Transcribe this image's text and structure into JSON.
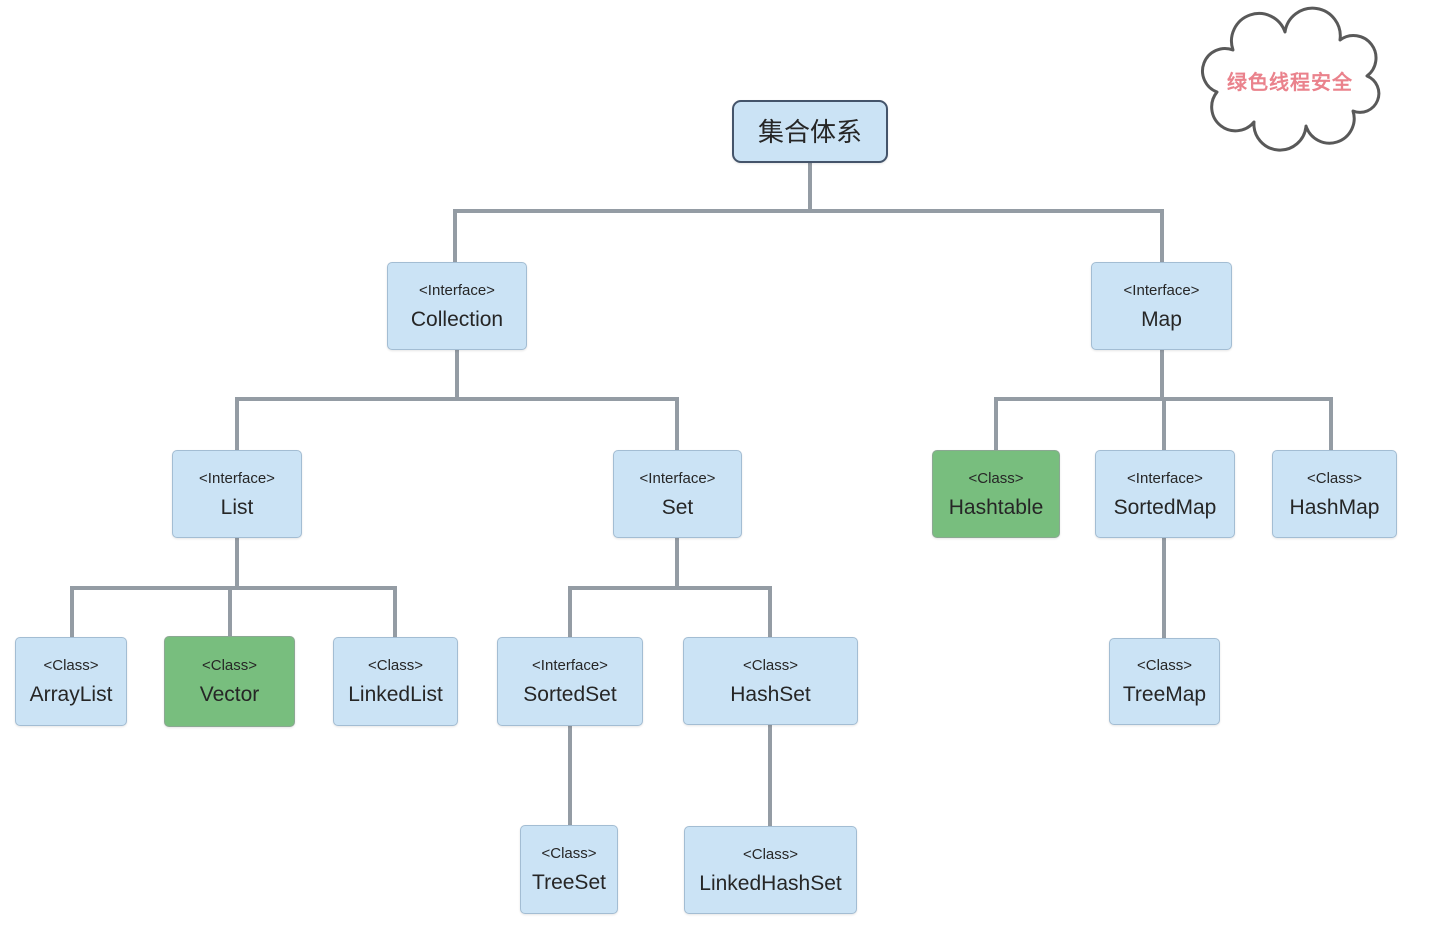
{
  "root": {
    "label": "集合体系"
  },
  "cloud": {
    "label": "绿色线程安全"
  },
  "nodes": {
    "collection": {
      "stereotype": "<Interface>",
      "name": "Collection"
    },
    "map": {
      "stereotype": "<Interface>",
      "name": "Map"
    },
    "list": {
      "stereotype": "<Interface>",
      "name": "List"
    },
    "set": {
      "stereotype": "<Interface>",
      "name": "Set"
    },
    "arraylist": {
      "stereotype": "<Class>",
      "name": "ArrayList"
    },
    "vector": {
      "stereotype": "<Class>",
      "name": "Vector",
      "thread_safe": true
    },
    "linkedlist": {
      "stereotype": "<Class>",
      "name": "LinkedList"
    },
    "sortedset": {
      "stereotype": "<Interface>",
      "name": "SortedSet"
    },
    "hashset": {
      "stereotype": "<Class>",
      "name": "HashSet"
    },
    "treeset": {
      "stereotype": "<Class>",
      "name": "TreeSet"
    },
    "linkedhashset": {
      "stereotype": "<Class>",
      "name": "LinkedHashSet"
    },
    "hashtable": {
      "stereotype": "<Class>",
      "name": "Hashtable",
      "thread_safe": true
    },
    "sortedmap": {
      "stereotype": "<Interface>",
      "name": "SortedMap"
    },
    "hashmap": {
      "stereotype": "<Class>",
      "name": "HashMap"
    },
    "treemap": {
      "stereotype": "<Class>",
      "name": "TreeMap"
    }
  },
  "hierarchy": {
    "集合体系": [
      "Collection",
      "Map"
    ],
    "Collection": [
      "List",
      "Set"
    ],
    "List": [
      "ArrayList",
      "Vector",
      "LinkedList"
    ],
    "Set": [
      "SortedSet",
      "HashSet"
    ],
    "SortedSet": [
      "TreeSet"
    ],
    "HashSet": [
      "LinkedHashSet"
    ],
    "Map": [
      "Hashtable",
      "SortedMap",
      "HashMap"
    ],
    "SortedMap": [
      "TreeMap"
    ]
  },
  "colors": {
    "node_fill": "#cbe3f5",
    "node_border": "#a3bdd3",
    "thread_safe_fill": "#78be7e",
    "root_border": "#44546a",
    "connector": "#949ca4",
    "cloud_outline": "#595959",
    "cloud_label": "#ea828c",
    "text": "#262626"
  }
}
